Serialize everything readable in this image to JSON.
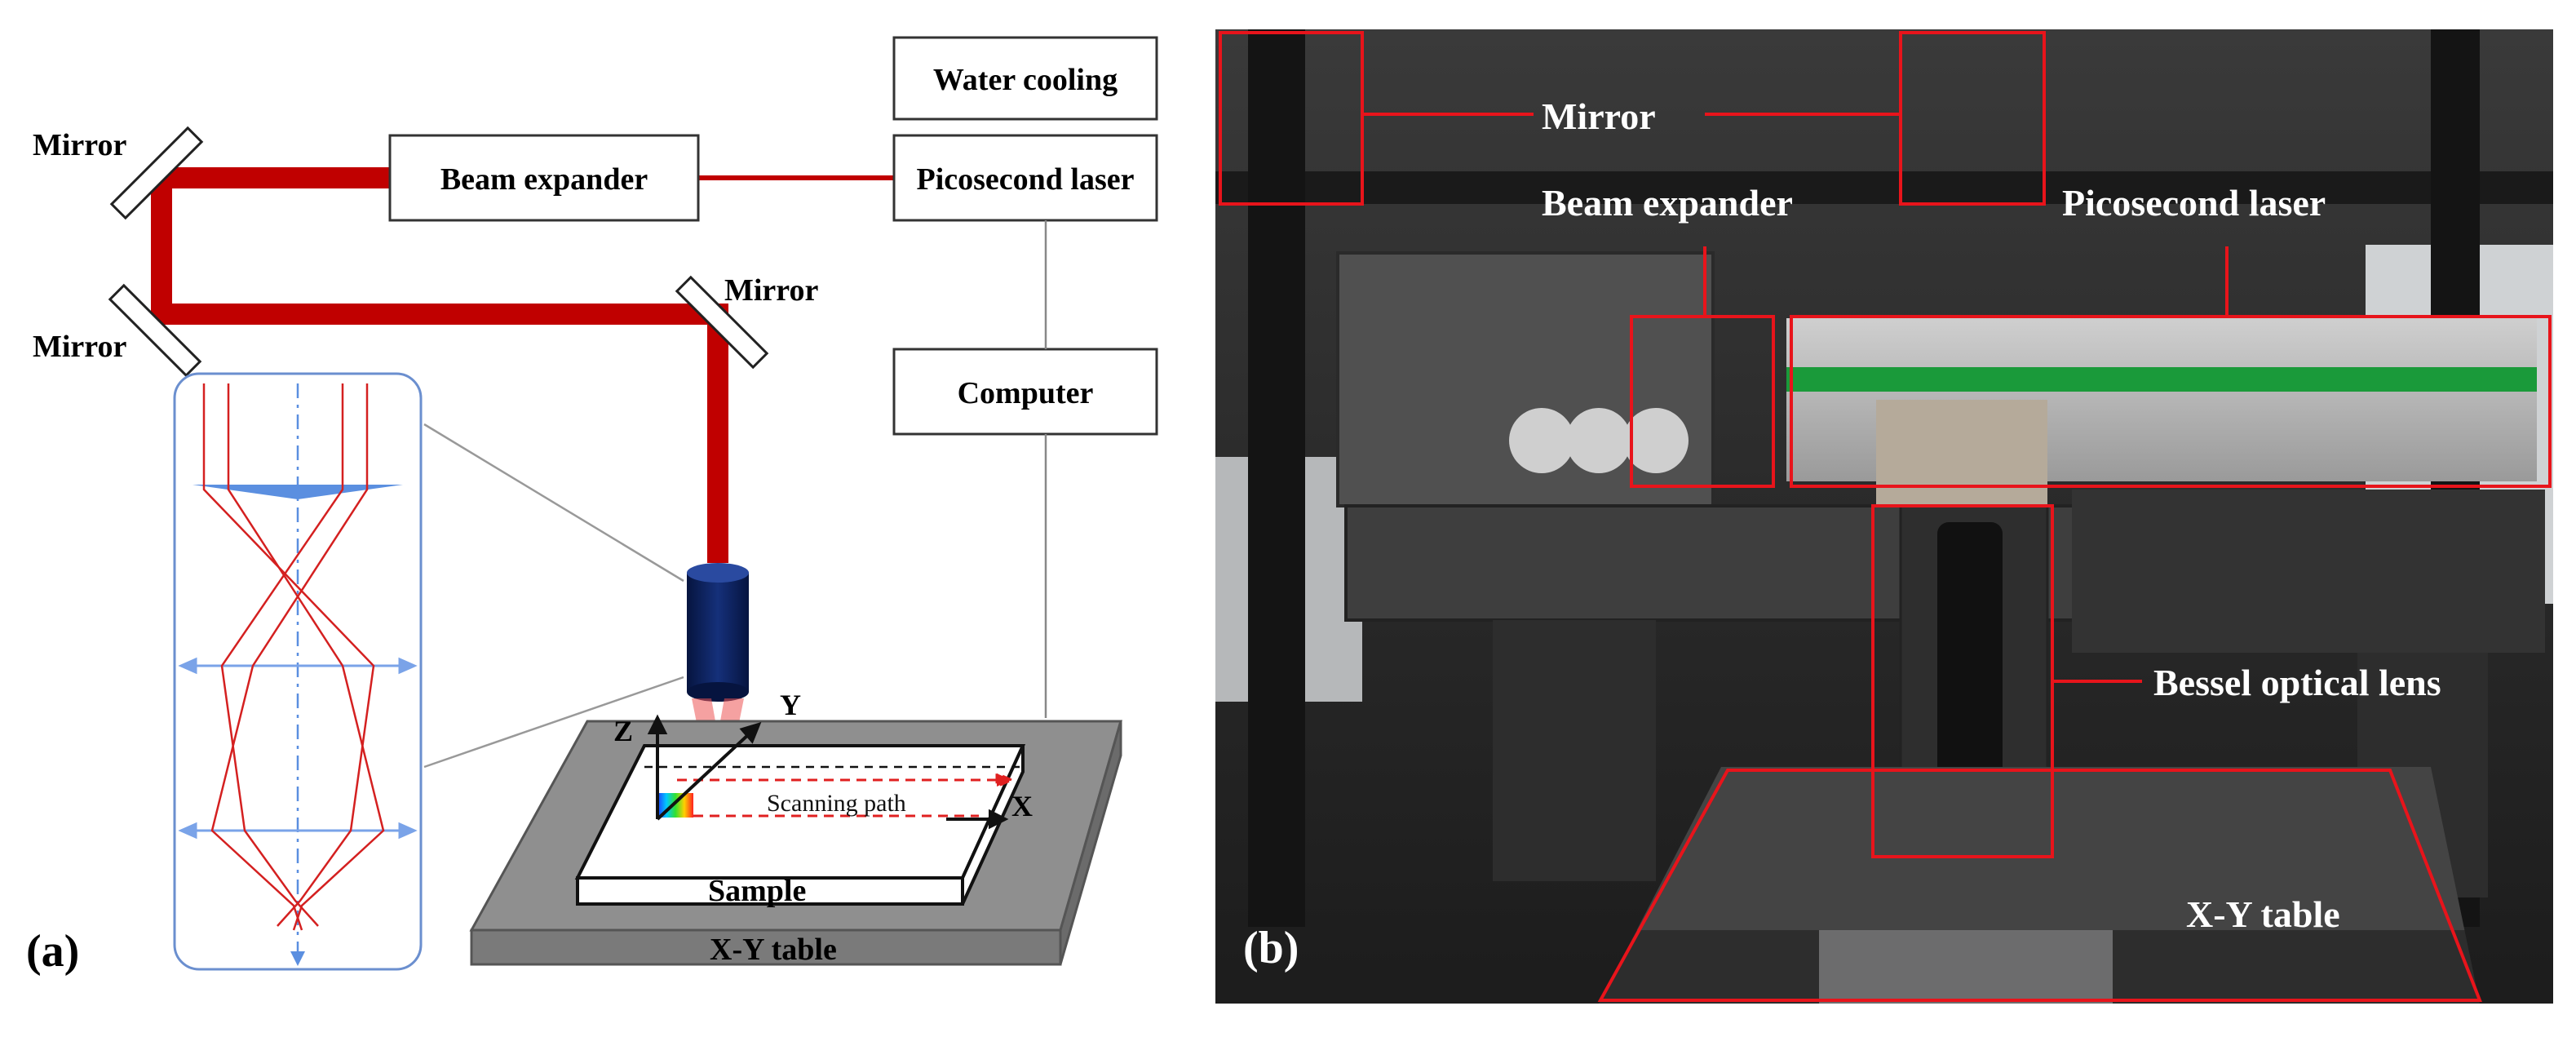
{
  "panel_a": {
    "letter": "(a)",
    "labels": {
      "mirror_top_left": "Mirror",
      "mirror_bottom_left": "Mirror",
      "mirror_right": "Mirror",
      "beam_expander": "Beam expander",
      "water_cooling": "Water cooling",
      "picosecond_laser": "Picosecond laser",
      "computer": "Computer",
      "scanning_path": "Scanning path",
      "sample": "Sample",
      "xy_table": "X-Y table",
      "axis_x": "X",
      "axis_y": "Y",
      "axis_z": "Z"
    },
    "colors": {
      "beam": "#c00000",
      "lens_body": "#0a1f66",
      "table_fill": "#8f8f8f",
      "inset_border": "#6b8fcf",
      "axicon": "#5b8fe0"
    }
  },
  "panel_b": {
    "letter": "(b)",
    "labels": {
      "mirror": "Mirror",
      "beam_expander": "Beam expander",
      "picosecond_laser": "Picosecond laser",
      "bessel_lens": "Bessel optical lens",
      "xy_table": "X-Y table"
    },
    "colors": {
      "highlight": "#e8141b",
      "stripe": "#1a9a3a"
    }
  }
}
